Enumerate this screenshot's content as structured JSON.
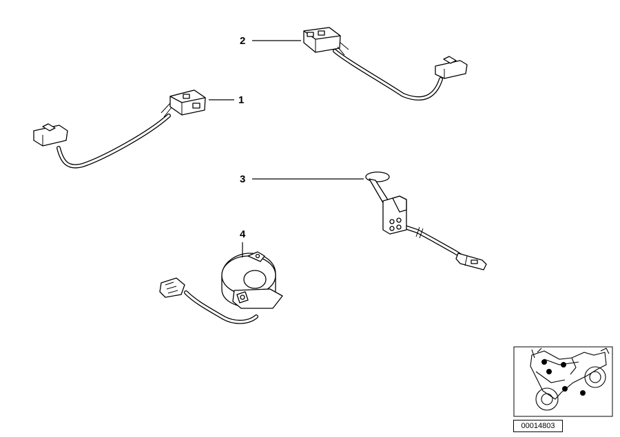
{
  "callouts": {
    "part_1": "1",
    "part_2": "2",
    "part_3": "3",
    "part_4": "4"
  },
  "reference_number": "00014803"
}
